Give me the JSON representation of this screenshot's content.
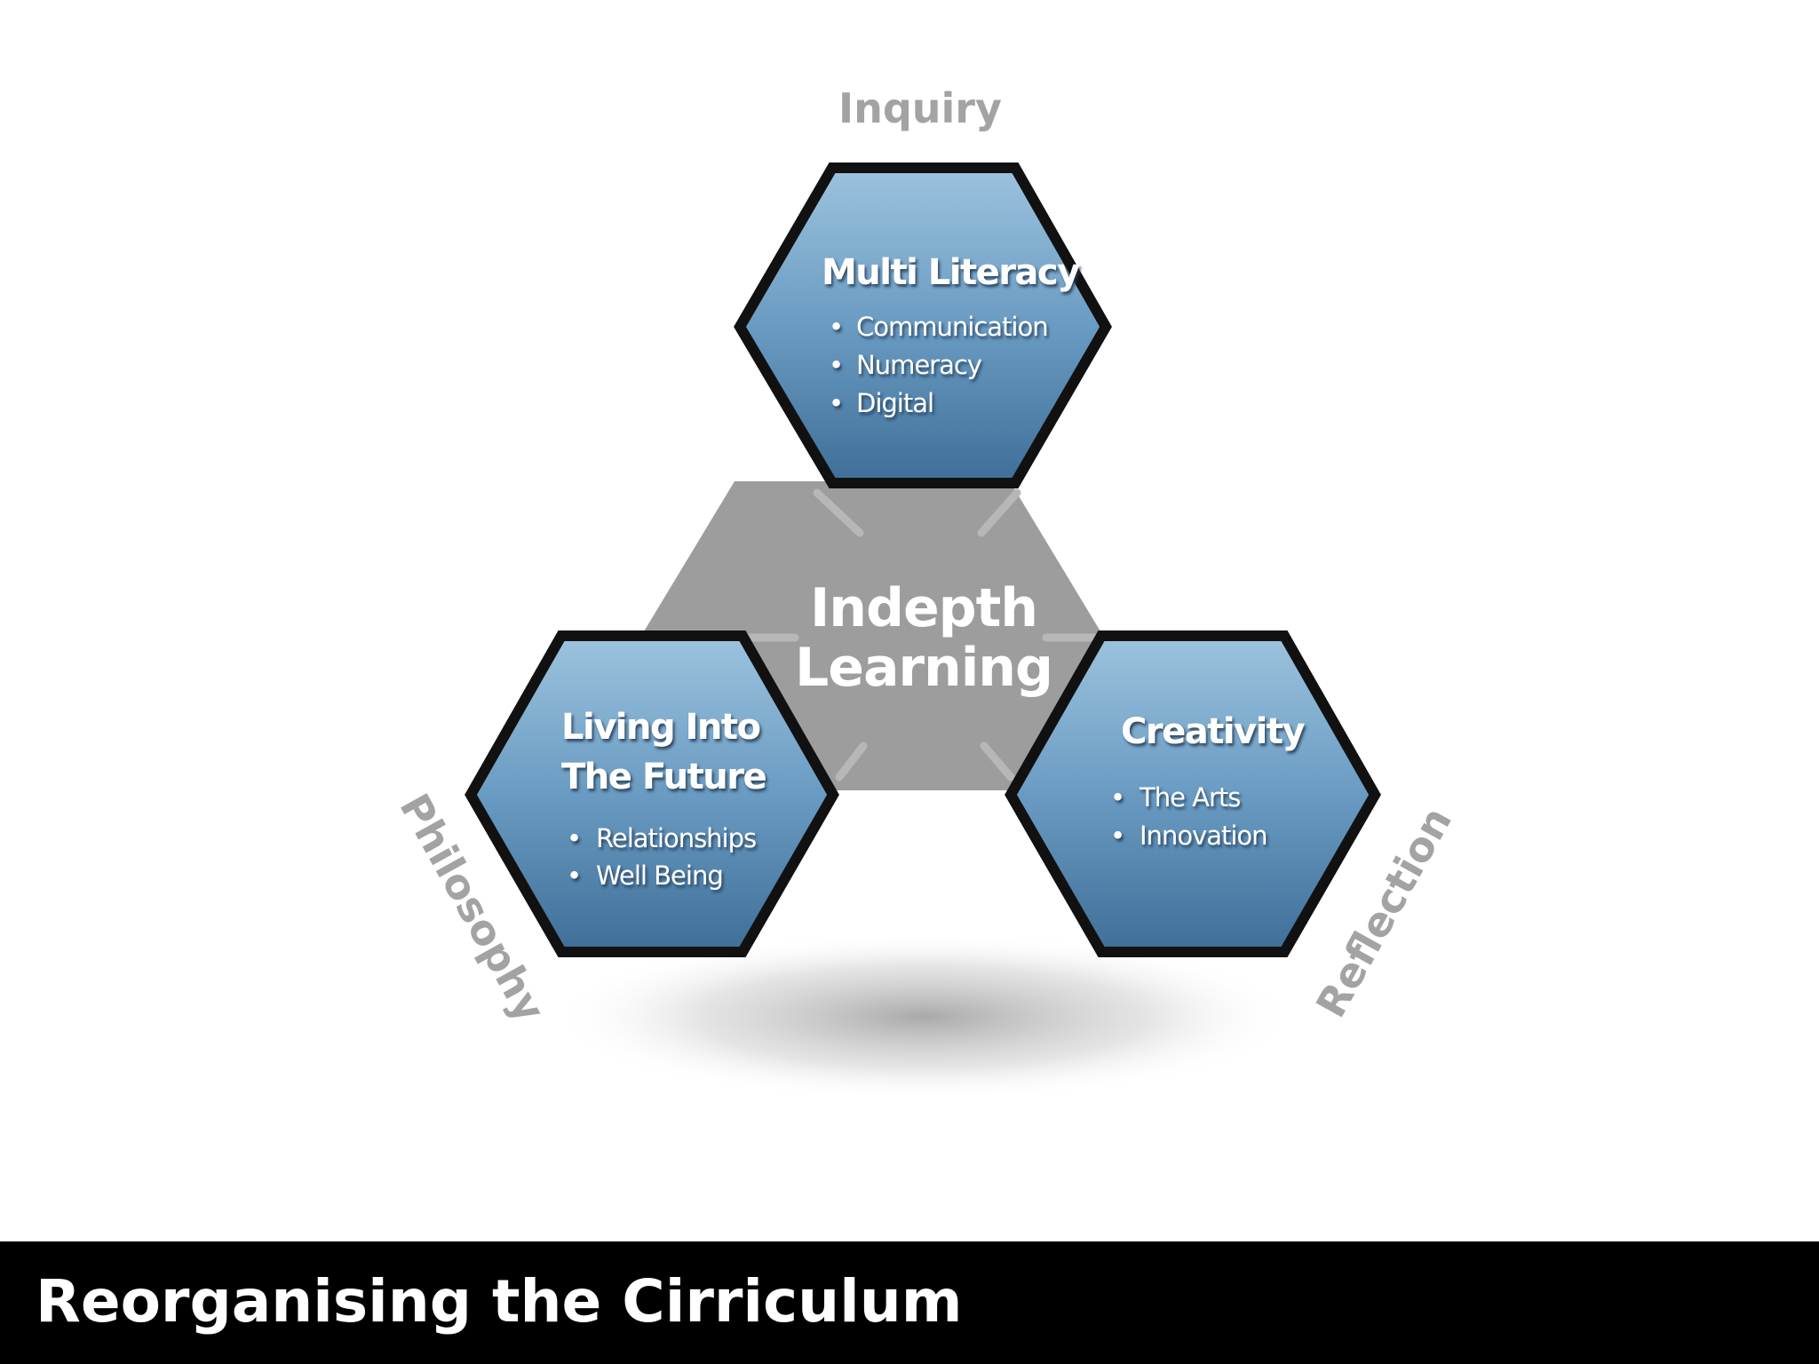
{
  "diagram": {
    "labels": {
      "top": "Inquiry",
      "left": "Philosophy",
      "right": "Reflection"
    },
    "center": {
      "line1": "Indepth",
      "line2": "Learning"
    },
    "nodes": {
      "top": {
        "title": "Multi Literacy",
        "items": [
          "Communication",
          "Numeracy",
          "Digital"
        ]
      },
      "left": {
        "title_line1": "Living Into",
        "title_line2": "The Future",
        "items": [
          "Relationships",
          "Well Being"
        ]
      },
      "right": {
        "title": "Creativity",
        "items": [
          "The Arts",
          "Innovation"
        ]
      }
    },
    "colors": {
      "hex_fill": "#5b8db5",
      "hex_border": "#111111",
      "center_fill": "#9b9b9b",
      "label_text": "#a3a3a3"
    }
  },
  "footer": {
    "title": "Reorganising the Cirriculum"
  }
}
